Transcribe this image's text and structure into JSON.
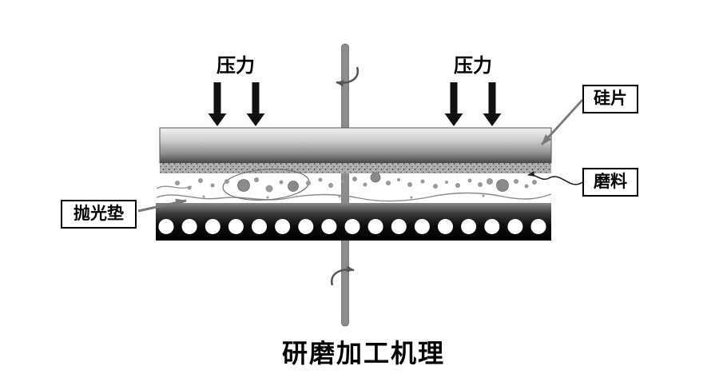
{
  "title": "研磨加工机理",
  "labels": {
    "pressure_left": "压力",
    "pressure_right": "压力",
    "wafer": "硅片",
    "abrasive": "磨料",
    "pad": "抛光垫"
  },
  "pad": {
    "hole_count": 17
  },
  "colors": {
    "background": "#ffffff",
    "pressure_arrow": "#111111",
    "shaft": "#8c8c8c",
    "wafer_top": "#f0f0f0",
    "wafer_bottom": "#454545",
    "abrasive_strip_base": "#b3b3b3",
    "pad_top": "#8a8a8a",
    "pad_bottom": "#000000",
    "pad_hole": "#ffffff",
    "particle": "#9a9a9a",
    "callout_border": "#000000",
    "pointer": "#7a7a7a"
  }
}
